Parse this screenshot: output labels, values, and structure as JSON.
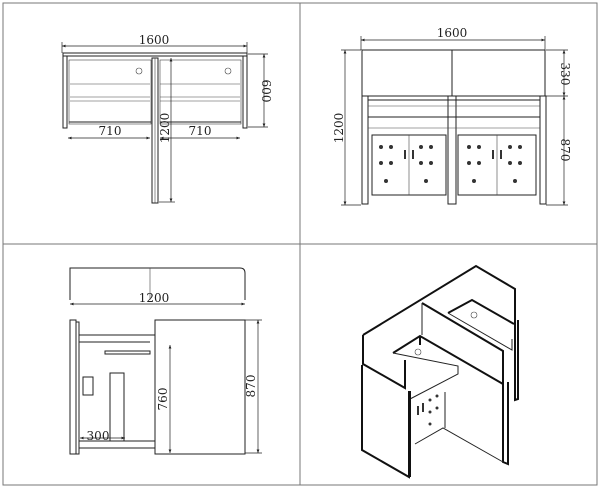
{
  "views": {
    "top_view": {
      "width_label": "1600",
      "depth_label": "600",
      "left_seat_label": "710",
      "right_seat_label": "710",
      "partition_label": "1200"
    },
    "front_view": {
      "width_label": "1600",
      "screen_height_label": "330",
      "total_height_label": "1200",
      "counter_height_label": "870"
    },
    "side_view": {
      "depth_label": "1200",
      "desk_height_label": "760",
      "counter_height_label": "870",
      "drawer_width_label": "300"
    }
  }
}
